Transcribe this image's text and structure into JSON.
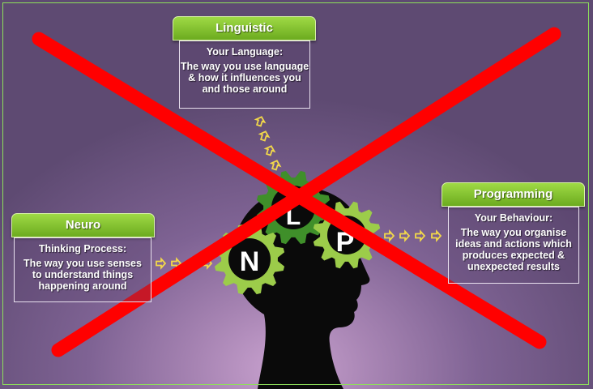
{
  "linguistic": {
    "title": "Linguistic",
    "lines": [
      "Your Language:",
      "The way you use language",
      "& how it influences you",
      "and those around"
    ]
  },
  "neuro": {
    "title": "Neuro",
    "lines": [
      "Thinking Process:",
      "The way you use senses",
      "to understand things",
      "happening around"
    ]
  },
  "programming": {
    "title": "Programming",
    "lines": [
      "Your Behaviour:",
      "The way you organise",
      "ideas and actions which",
      "produces expected &",
      "unexpected results"
    ]
  },
  "gears": {
    "n": "N",
    "l": "L",
    "p": "P"
  },
  "colors": {
    "header_green": "#7dbb2a",
    "gear_light": "#9ccc4a",
    "gear_dark": "#3f8f2a",
    "arrow": "#f2d84a",
    "cross": "#ff0000",
    "head": "#0a0a0a"
  }
}
